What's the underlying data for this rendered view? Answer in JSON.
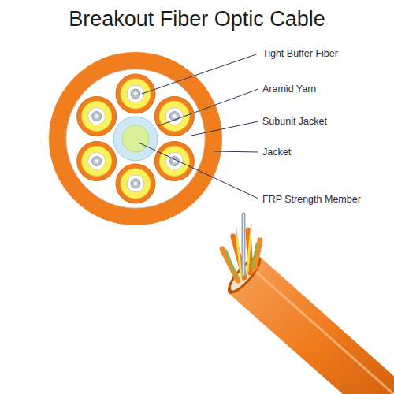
{
  "diagram": {
    "title": "Breakout Fiber Optic Cable",
    "labels": [
      "Tight Buffer Fiber",
      "Aramid Yarn",
      "Subunit Jacket",
      "Jacket",
      "FRP Strength Member"
    ]
  }
}
